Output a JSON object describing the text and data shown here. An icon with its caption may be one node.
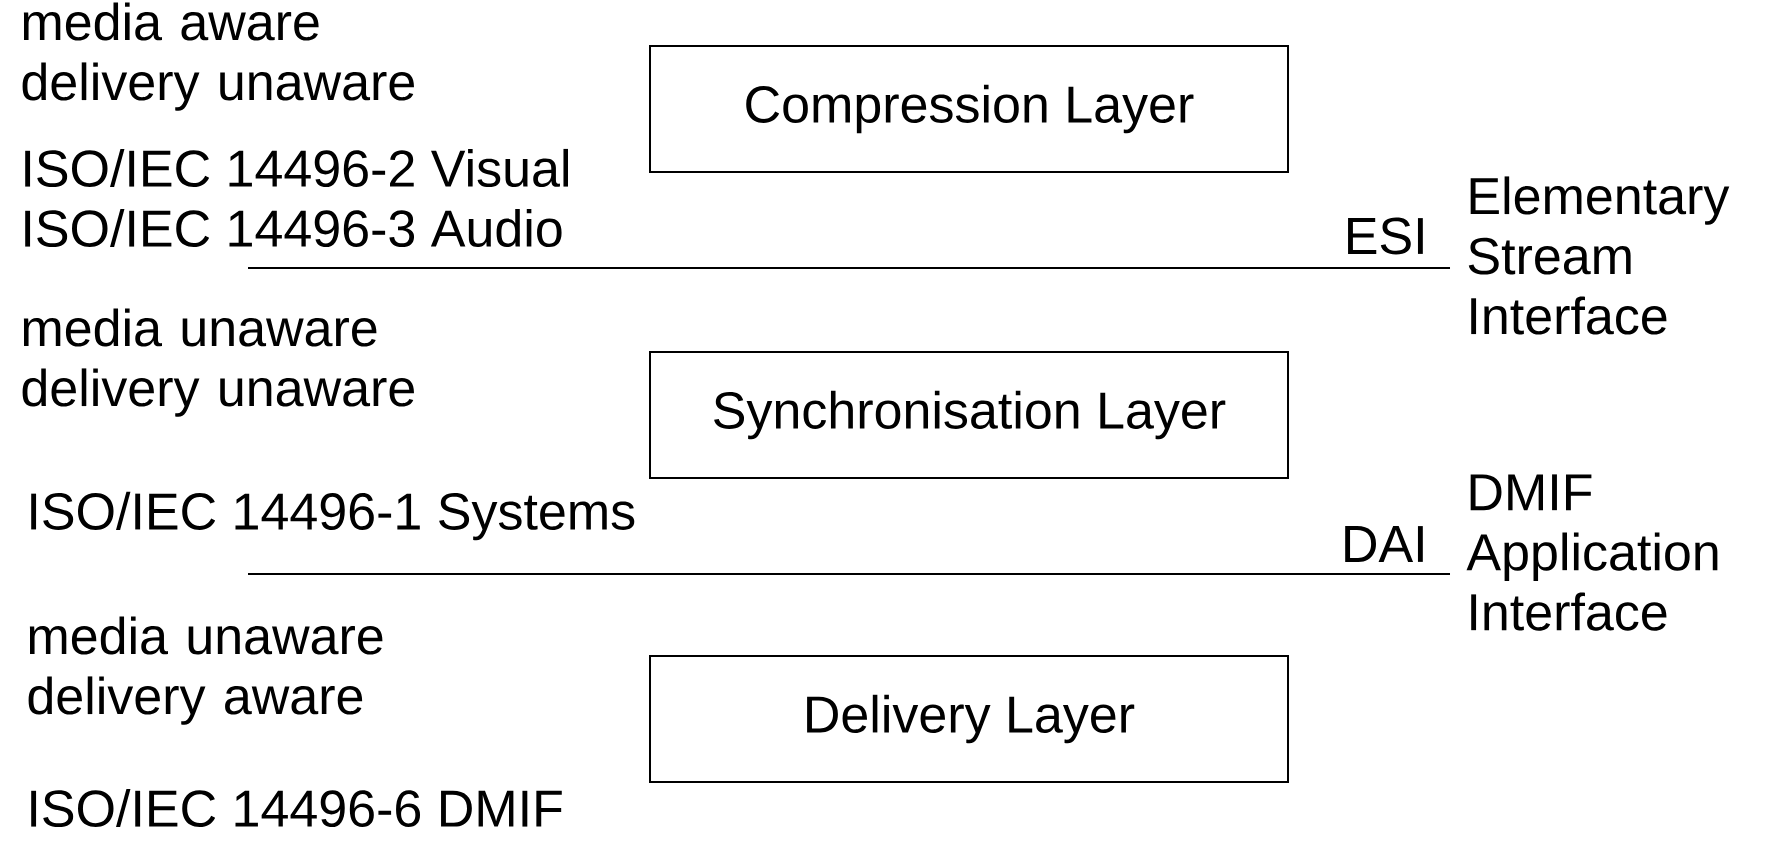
{
  "diagram": {
    "nodes": [
      {
        "text": [
          "Compression Layer"
        ]
      },
      {
        "text": [
          "Synchronisation Layer"
        ]
      },
      {
        "text": [
          "Delivery Layer"
        ]
      }
    ],
    "labels": [
      "media aware delivery unaware",
      "ISO/IEC 14496-2 Visual",
      "ISO/IEC 14496-3 Audio",
      "ESI",
      "Elementary Stream Interface",
      "media unaware delivery unaware",
      "ISO/IEC 14496-1 Systems",
      "DAI",
      "DMIF Application Interface",
      "media unaware delivery aware",
      "ISO/IEC 14496-6 DMIF"
    ]
  }
}
